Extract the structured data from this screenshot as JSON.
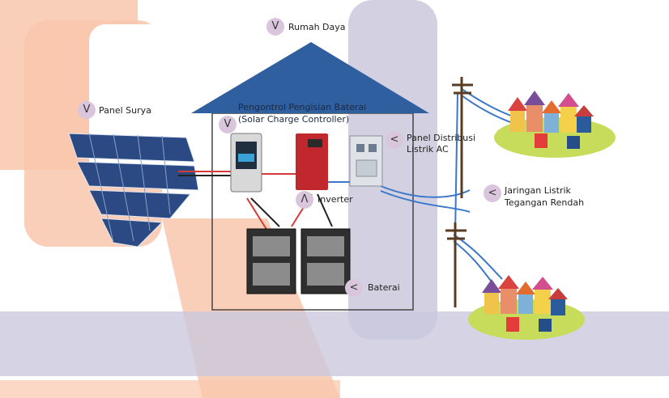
{
  "labels": {
    "rumah_daya": "Rumah Daya",
    "panel_surya": "Panel Surya",
    "controller_line1": "Pengontrol Pengisian Baterai",
    "controller_line2": "(Solar Charge Controller)",
    "panel_distribusi_line1": "Panel Distribusi",
    "panel_distribusi_line2": "Listrik AC",
    "inverter": "Inverter",
    "jaringan_line1": "Jaringan Listrik",
    "jaringan_line2": "Tegangan Rendah",
    "baterai": "Baterai"
  },
  "markers": {
    "rumah_daya": "V",
    "panel_surya": "V",
    "controller": "V",
    "panel_distribusi": "<",
    "inverter": "Λ",
    "jaringan": "<",
    "baterai": "<"
  },
  "colors": {
    "watermark_orange": "#f9c7ad",
    "watermark_purple": "#cbc8dd",
    "roof": "#2f5f9f",
    "wall": "#444444",
    "marker": "#d9c6dc",
    "ac_line": "#3b78c9",
    "dc_line": "#d23a3a"
  }
}
